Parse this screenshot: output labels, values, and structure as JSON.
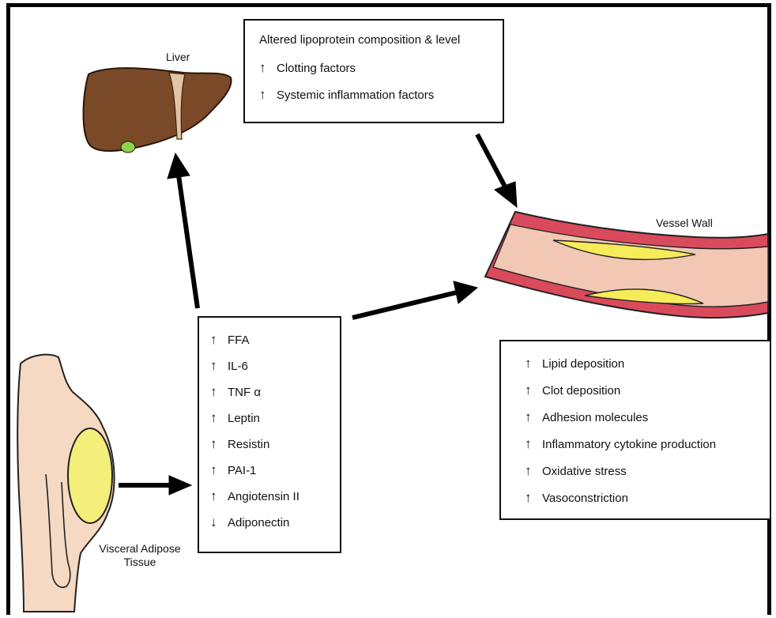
{
  "labels": {
    "liver": "Liver",
    "vessel_wall": "Vessel Wall",
    "visceral_adipose_line1": "Visceral Adipose",
    "visceral_adipose_line2": "Tissue"
  },
  "liver_box": {
    "items": [
      {
        "arrow": "",
        "text": "Altered lipoprotein composition & level"
      },
      {
        "arrow": "↑",
        "text": "Clotting factors"
      },
      {
        "arrow": "↑",
        "text": "Systemic inflammation factors"
      }
    ]
  },
  "adipose_box": {
    "items": [
      {
        "arrow": "↑",
        "text": "FFA"
      },
      {
        "arrow": "↑",
        "text": "IL-6"
      },
      {
        "arrow": "↑",
        "text": "TNF α"
      },
      {
        "arrow": "↑",
        "text": "Leptin"
      },
      {
        "arrow": "↑",
        "text": "Resistin"
      },
      {
        "arrow": "↑",
        "text": "PAI-1"
      },
      {
        "arrow": "↑",
        "text": "Angiotensin II"
      },
      {
        "arrow": "↓",
        "text": "Adiponectin"
      }
    ]
  },
  "vessel_box": {
    "items": [
      {
        "arrow": "↑",
        "text": "Lipid deposition"
      },
      {
        "arrow": "↑",
        "text": "Clot deposition"
      },
      {
        "arrow": "↑",
        "text": "Adhesion molecules"
      },
      {
        "arrow": "↑",
        "text": "Inflammatory cytokine production"
      },
      {
        "arrow": "↑",
        "text": "Oxidative stress"
      },
      {
        "arrow": "↑",
        "text": "Vasoconstriction"
      }
    ]
  },
  "colors": {
    "liver": "#7a4a28",
    "gallbladder": "#8cd24a",
    "skin": "#f6d9c2",
    "fat": "#f4ee7a",
    "vessel_outer": "#d94b5c",
    "vessel_inner": "#f2c7b4",
    "plaque": "#f6ec5a"
  }
}
